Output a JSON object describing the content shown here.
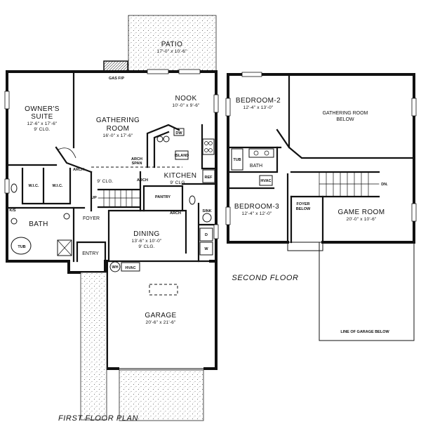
{
  "patio": {
    "name": "PATIO",
    "dims": "17'-0\" x 10'-6\""
  },
  "gas_fp": "GAS F/P",
  "owners_suite": {
    "name1": "OWNER'S",
    "name2": "SUITE",
    "dims": "12'-6\" x 17'-6\"",
    "clg": "9' CLG."
  },
  "gathering": {
    "name1": "GATHERING",
    "name2": "ROOM",
    "dims": "16'-0\" x 17'-6\""
  },
  "nook": {
    "name": "NOOK",
    "dims": "10'-0\" x 9'-6\""
  },
  "dw": "DW",
  "island": "ISLAND",
  "ref": "REF",
  "arch_top": "ARCH",
  "arch_top2": "SPAN",
  "arch_left": "ARCH",
  "arch_dining": "ARCH",
  "arch_mid": "ARCH",
  "kitchen": {
    "name": "KITCHEN",
    "clg": "9' CLG."
  },
  "clg_hall": "9' CLG.",
  "pantry": "PANTRY",
  "wic1": "W.I.C.",
  "wic2": "W.I.C.",
  "ks": "K/S",
  "bath1": "BATH",
  "tub1": "TUB",
  "up": "UP",
  "foyer": "FOYER",
  "dining": {
    "name": "DINING",
    "dims": "13'-6\" x 10'-0\"",
    "clg": "9' CLG."
  },
  "sink": "SINK",
  "d": "D",
  "w": "W",
  "entry": "ENTRY",
  "wh": "WH",
  "hvac1": "HVAC",
  "garage": {
    "name": "GARAGE",
    "dims": "20'-6\" x 21'-6\""
  },
  "first_floor": "FIRST FLOOR PLAN",
  "bedroom2": {
    "name": "BEDROOM-2",
    "dims": "12'-4\" x 13'-0\""
  },
  "gathering_below": {
    "line1": "GATHERING ROOM",
    "line2": "BELOW"
  },
  "tub2": "TUB",
  "bath2": "BATH",
  "hvac2": "HVAC",
  "dn": "DN.",
  "bedroom3": {
    "name": "BEDROOM-3",
    "dims": "12'-4\" x 12'-0\""
  },
  "foyer_below": {
    "line1": "FOYER",
    "line2": "BELOW"
  },
  "game_room": {
    "name": "GAME ROOM",
    "dims": "20'-0\" x 10'-6\""
  },
  "garage_below": "LINE OF GARAGE BELOW",
  "second_floor": "SECOND FLOOR"
}
